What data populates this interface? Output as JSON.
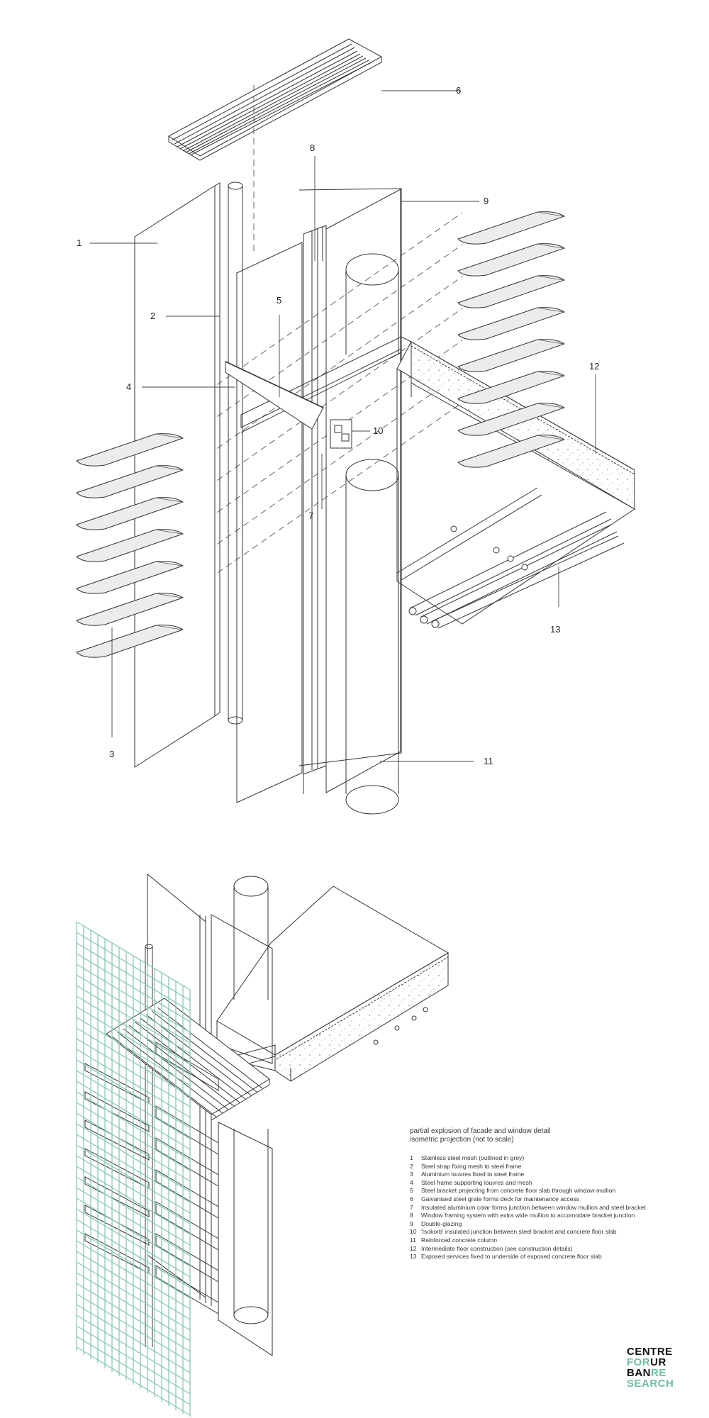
{
  "callouts": [
    "1",
    "2",
    "3",
    "4",
    "5",
    "6",
    "7",
    "8",
    "9",
    "10",
    "11",
    "12",
    "13"
  ],
  "legend": {
    "title_line1": "partial explosion of facade and window detail",
    "title_line2": "isometric projection (not to scale)",
    "items": [
      {
        "num": "1",
        "text": "Stainless steel mesh (outlined in grey)"
      },
      {
        "num": "2",
        "text": "Steel strap fixing mesh to steel frame"
      },
      {
        "num": "3",
        "text": "Aluminium louvres fixed to steel frame"
      },
      {
        "num": "4",
        "text": "Steel frame supporting louvres and mesh"
      },
      {
        "num": "5",
        "text": "Steel bracket projecting from concrete floor slab through window mullion"
      },
      {
        "num": "6",
        "text": "Galvanised steel grate forms deck for maintenance access"
      },
      {
        "num": "7",
        "text": "Insulated aluminium colar forms junction between window mullion and  steel bracket"
      },
      {
        "num": "8",
        "text": "Window framing system with extra wide mullion to accomodate bracket junction"
      },
      {
        "num": "9",
        "text": "Double-glazing"
      },
      {
        "num": "10",
        "text": "'Isokorb' insulated junction between steel bracket and concrete floor slab"
      },
      {
        "num": "11",
        "text": "Reinforced concrete column"
      },
      {
        "num": "12",
        "text": "Intermediate floor construction (see construction details)"
      },
      {
        "num": "13",
        "text": "Exposed services fixed to underside of exposed concrete floor slab"
      }
    ]
  },
  "logo": {
    "line1_a": "CENTRE",
    "line2_a": "FOR",
    "line2_b": "UR",
    "line3_a": "BAN",
    "line3_b": "RE",
    "line4_a": "SEARCH"
  },
  "colors": {
    "line": "#333333",
    "louvre_fill": "#ececec",
    "mesh": "#8ac9b1",
    "logo_accent": "#6fbf9c"
  }
}
